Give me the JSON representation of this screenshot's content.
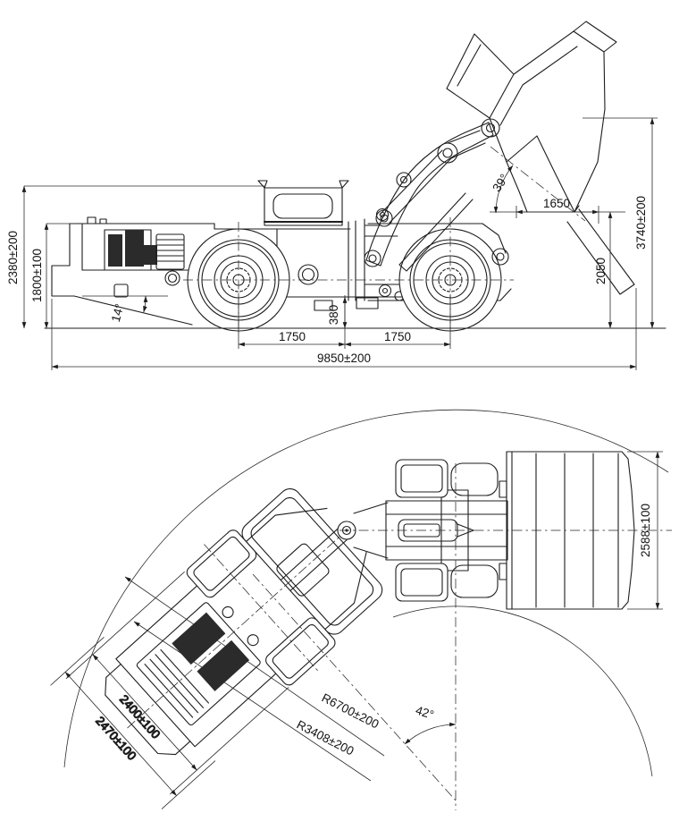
{
  "drawing": {
    "type": "engineering dimension drawing",
    "subject": "articulated underground LHD loader",
    "line_color": "#1d1d1d",
    "background": "#ffffff"
  },
  "side_view": {
    "dims": {
      "overall_height": "2380±200",
      "height_over_hood": "1800±100",
      "departure_angle": "14°",
      "ground_clearance": "380",
      "rear_axle_to_articulation": "1750",
      "articulation_to_front_axle": "1750",
      "overall_length": "9850±200",
      "bucket_dump_angle": "39°",
      "dump_reach": "1650",
      "dump_clearance": "2050",
      "max_raised_height": "3740±200"
    }
  },
  "plan_view": {
    "dims": {
      "bucket_width": "2588±100",
      "body_width": "2400±100",
      "overall_width": "2470±100",
      "outer_turning_radius": "R6700±200",
      "inner_turning_radius": "R3408±200",
      "articulation_angle": "42°"
    }
  }
}
